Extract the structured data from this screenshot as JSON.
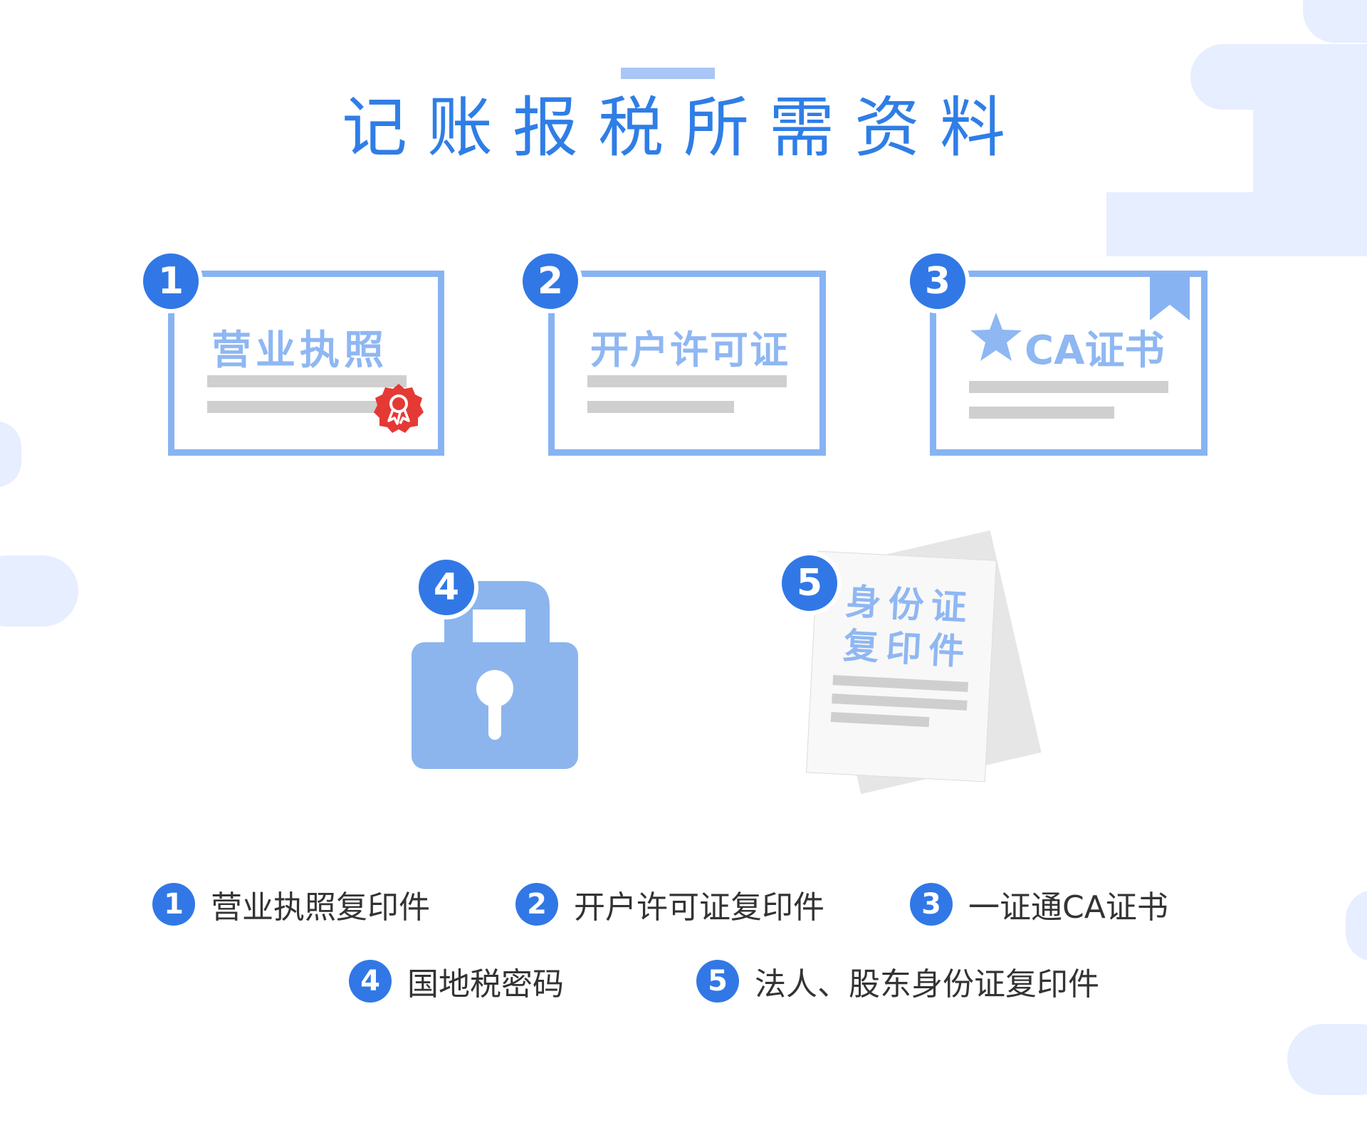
{
  "title": "记账报税所需资料",
  "cards": [
    {
      "number": "1",
      "label": "营业执照",
      "icon": "seal-icon"
    },
    {
      "number": "2",
      "label": "开户许可证"
    },
    {
      "number": "3",
      "label": "CA证书",
      "icon": "star-icon"
    },
    {
      "number": "4",
      "icon": "lock-icon"
    },
    {
      "number": "5",
      "line1": "身份证",
      "line2": "复印件"
    }
  ],
  "list": [
    {
      "number": "1",
      "text": "营业执照复印件"
    },
    {
      "number": "2",
      "text": "开户许可证复印件"
    },
    {
      "number": "3",
      "text": "一证通CA证书"
    },
    {
      "number": "4",
      "text": "国地税密码"
    },
    {
      "number": "5",
      "text": "法人、股东身份证复印件"
    }
  ],
  "colors": {
    "primary": "#3178e6",
    "card_border": "#88b3f3",
    "deco": "#e6eeff",
    "seal": "#e53935"
  }
}
